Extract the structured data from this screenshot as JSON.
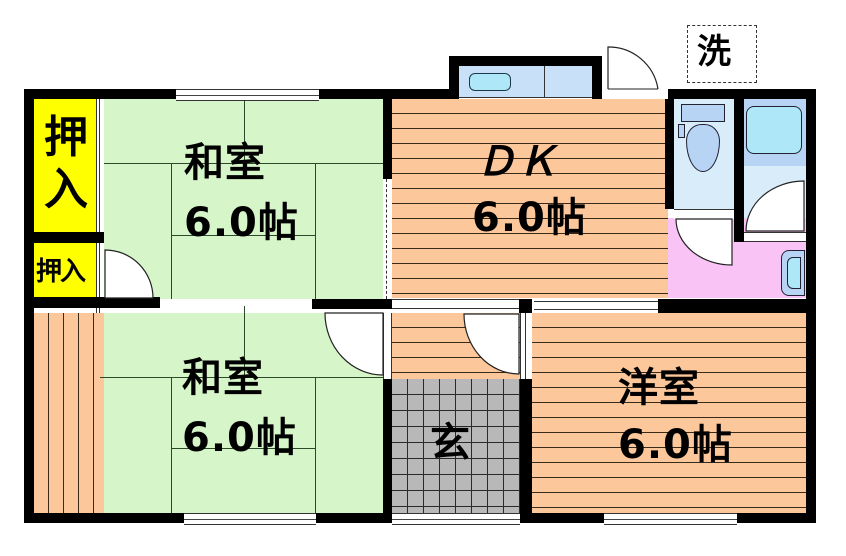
{
  "floor_plan": {
    "rooms": [
      {
        "id": "washitsu_top",
        "name": "和室",
        "size": "6.0帖",
        "type": "Japanese-style room (tatami)"
      },
      {
        "id": "washitsu_bottom",
        "name": "和室",
        "size": "6.0帖",
        "type": "Japanese-style room (tatami)"
      },
      {
        "id": "dk",
        "name": "ＤＫ",
        "size": "6.0帖",
        "type": "Dining kitchen"
      },
      {
        "id": "yoshitsu",
        "name": "洋室",
        "size": "6.0帖",
        "type": "Western-style room"
      },
      {
        "id": "genkan",
        "name": "玄",
        "type": "Entrance"
      }
    ],
    "storage": [
      {
        "id": "closet_large",
        "name_line1": "押",
        "name_line2": "入"
      },
      {
        "id": "closet_small",
        "name": "押入"
      }
    ],
    "fixtures": [
      {
        "id": "washer",
        "name": "洗"
      },
      {
        "id": "toilet"
      },
      {
        "id": "bathtub"
      },
      {
        "id": "washbasin"
      },
      {
        "id": "kitchen_sink"
      }
    ],
    "colors": {
      "tatami": "#d6f5c8",
      "wood_floor": "#fcc79a",
      "closet": "#ffff00",
      "tile": "#b8b8b8",
      "wet_area": "#d8ecfa",
      "fixture": "#aee8f8",
      "vanity_area": "#f9c4f5",
      "wall": "#000000"
    }
  }
}
